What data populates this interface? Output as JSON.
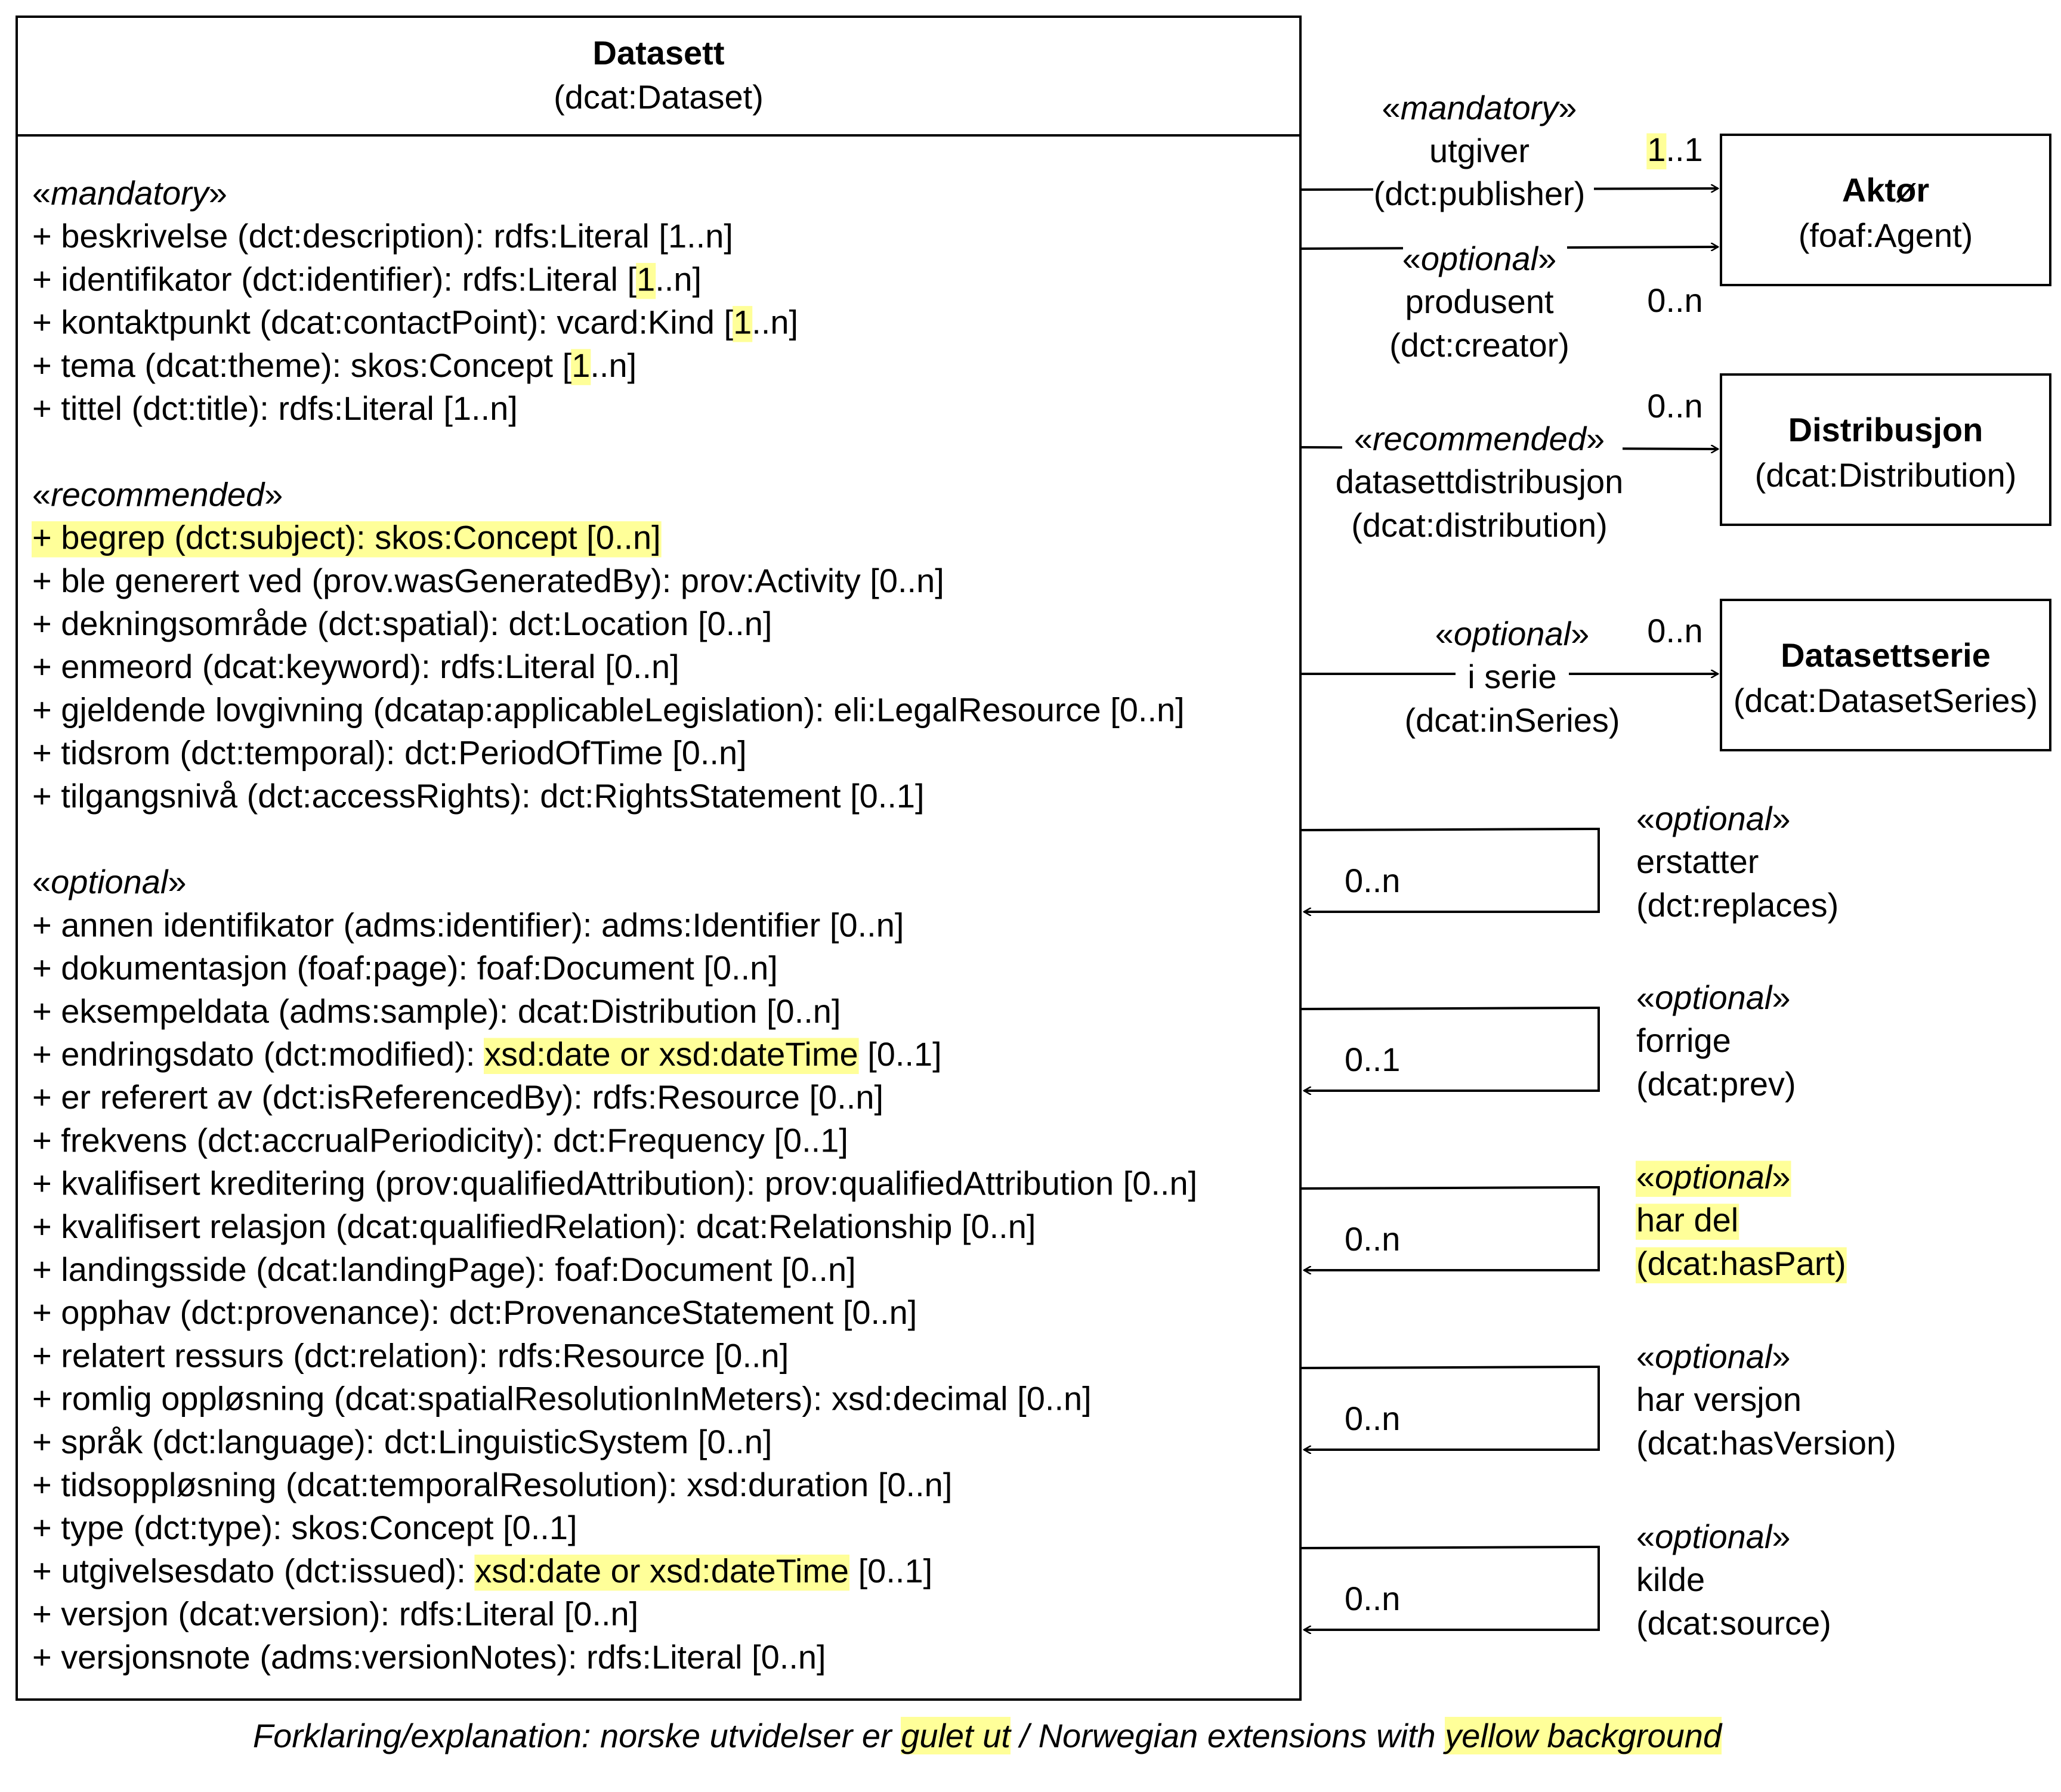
{
  "highlight_color": "#ffff99",
  "main_class": {
    "title": "Datasett",
    "subtitle": "(dcat:Dataset)",
    "groups": [
      {
        "stereotype": "«mandatory»",
        "attributes": [
          [
            {
              "t": "+ beskrivelse (dct:description): rdfs:Literal [1..n]"
            }
          ],
          [
            {
              "t": "+ identifikator (dct:identifier): rdfs:Literal ["
            },
            {
              "t": "1",
              "hl": true
            },
            {
              "t": "..n]"
            }
          ],
          [
            {
              "t": "+ kontaktpunkt (dcat:contactPoint): vcard:Kind ["
            },
            {
              "t": "1",
              "hl": true
            },
            {
              "t": "..n]"
            }
          ],
          [
            {
              "t": "+ tema (dcat:theme): skos:Concept ["
            },
            {
              "t": "1",
              "hl": true
            },
            {
              "t": "..n]"
            }
          ],
          [
            {
              "t": "+ tittel (dct:title): rdfs:Literal [1..n]"
            }
          ]
        ]
      },
      {
        "stereotype": "«recommended»",
        "attributes": [
          [
            {
              "t": "+ begrep (dct:subject): skos:Concept [0..n]",
              "hl": true
            }
          ],
          [
            {
              "t": "+ ble generert ved (prov.wasGeneratedBy): prov:Activity [0..n]"
            }
          ],
          [
            {
              "t": "+ dekningsområde (dct:spatial): dct:Location [0..n]"
            }
          ],
          [
            {
              "t": "+ enmeord (dcat:keyword): rdfs:Literal [0..n]"
            }
          ],
          [
            {
              "t": "+ gjeldende lovgivning (dcatap:applicableLegislation): eli:LegalResource [0..n]"
            }
          ],
          [
            {
              "t": "+ tidsrom (dct:temporal): dct:PeriodOfTime [0..n]"
            }
          ],
          [
            {
              "t": "+ tilgangsnivå (dct:accessRights): dct:RightsStatement [0..1]"
            }
          ]
        ]
      },
      {
        "stereotype": "«optional»",
        "attributes": [
          [
            {
              "t": "+ annen identifikator (adms:identifier): adms:Identifier [0..n]"
            }
          ],
          [
            {
              "t": "+ dokumentasjon (foaf:page): foaf:Document [0..n]"
            }
          ],
          [
            {
              "t": "+ eksempeldata (adms:sample): dcat:Distribution [0..n]"
            }
          ],
          [
            {
              "t": "+ endringsdato (dct:modified): "
            },
            {
              "t": "xsd:date or xsd:dateTime",
              "hl": true
            },
            {
              "t": " [0..1]"
            }
          ],
          [
            {
              "t": "+ er referert av (dct:isReferencedBy): rdfs:Resource [0..n]"
            }
          ],
          [
            {
              "t": "+ frekvens (dct:accrualPeriodicity): dct:Frequency [0..1]"
            }
          ],
          [
            {
              "t": "+ kvalifisert kreditering (prov:qualifiedAttribution): prov:qualifiedAttribution [0..n]"
            }
          ],
          [
            {
              "t": "+ kvalifisert relasjon (dcat:qualifiedRelation): dcat:Relationship [0..n]"
            }
          ],
          [
            {
              "t": "+ landingsside (dcat:landingPage): foaf:Document [0..n]"
            }
          ],
          [
            {
              "t": "+ opphav (dct:provenance): dct:ProvenanceStatement [0..n]"
            }
          ],
          [
            {
              "t": "+ relatert ressurs (dct:relation): rdfs:Resource [0..n]"
            }
          ],
          [
            {
              "t": "+ romlig oppløsning (dcat:spatialResolutionInMeters): xsd:decimal [0..n]"
            }
          ],
          [
            {
              "t": "+ språk (dct:language): dct:LinguisticSystem [0..n]"
            }
          ],
          [
            {
              "t": "+ tidsoppløsning (dcat:temporalResolution): xsd:duration [0..n]"
            }
          ],
          [
            {
              "t": "+ type (dct:type): skos:Concept [0..1]"
            }
          ],
          [
            {
              "t": "+ utgivelsesdato (dct:issued): "
            },
            {
              "t": "xsd:date or xsd:dateTime",
              "hl": true
            },
            {
              "t": " [0..1]"
            }
          ],
          [
            {
              "t": "+ versjon (dcat:version): rdfs:Literal [0..n]"
            }
          ],
          [
            {
              "t": "+ versjonsnote (adms:versionNotes): rdfs:Literal [0..n]"
            }
          ]
        ]
      }
    ]
  },
  "related_classes": [
    {
      "id": "agent",
      "title": "Aktør",
      "subtitle": "(foaf:Agent)"
    },
    {
      "id": "distribution",
      "title": "Distribusjon",
      "subtitle": "(dcat:Distribution)"
    },
    {
      "id": "series",
      "title": "Datasettserie",
      "subtitle": "(dcat:DatasetSeries)"
    }
  ],
  "associations": [
    {
      "id": "publisher",
      "target": "agent",
      "stereotype": "«mandatory»",
      "name": "utgiver",
      "property": "(dct:publisher)",
      "multiplicity": [
        {
          "t": "1",
          "hl": true
        },
        {
          "t": "..1"
        }
      ]
    },
    {
      "id": "creator",
      "target": "agent",
      "stereotype": "«optional»",
      "name": "produsent",
      "property": "(dct:creator)",
      "multiplicity": [
        {
          "t": "0..n"
        }
      ]
    },
    {
      "id": "distribution",
      "target": "distribution",
      "stereotype": "«recommended»",
      "name": "datasettdistribusjon",
      "property": "(dcat:distribution)",
      "multiplicity": [
        {
          "t": "0..n"
        }
      ]
    },
    {
      "id": "in-series",
      "target": "series",
      "stereotype": "«optional»",
      "name": "i serie",
      "property": "(dcat:inSeries)",
      "multiplicity": [
        {
          "t": "0..n"
        }
      ]
    }
  ],
  "self_associations": [
    {
      "id": "replaces",
      "stereotype": "«optional»",
      "name": "erstatter",
      "property": "(dct:replaces)",
      "multiplicity": "0..n",
      "highlight": false
    },
    {
      "id": "prev",
      "stereotype": "«optional»",
      "name": "forrige",
      "property": "(dcat:prev)",
      "multiplicity": "0..1",
      "highlight": false
    },
    {
      "id": "has-part",
      "stereotype": "«optional»",
      "name": "har del",
      "property": "(dcat:hasPart)",
      "multiplicity": "0..n",
      "highlight": true
    },
    {
      "id": "has-version",
      "stereotype": "«optional»",
      "name": "har versjon",
      "property": "(dcat:hasVersion)",
      "multiplicity": "0..n",
      "highlight": false
    },
    {
      "id": "source",
      "stereotype": "«optional»",
      "name": "kilde",
      "property": "(dcat:source)",
      "multiplicity": "0..n",
      "highlight": false
    }
  ],
  "footnote": {
    "part1": "Forklaring/explanation: norske utvidelser er ",
    "hl1": "gulet ut",
    "part2": " / Norwegian extensions with ",
    "hl2": "yellow background"
  }
}
